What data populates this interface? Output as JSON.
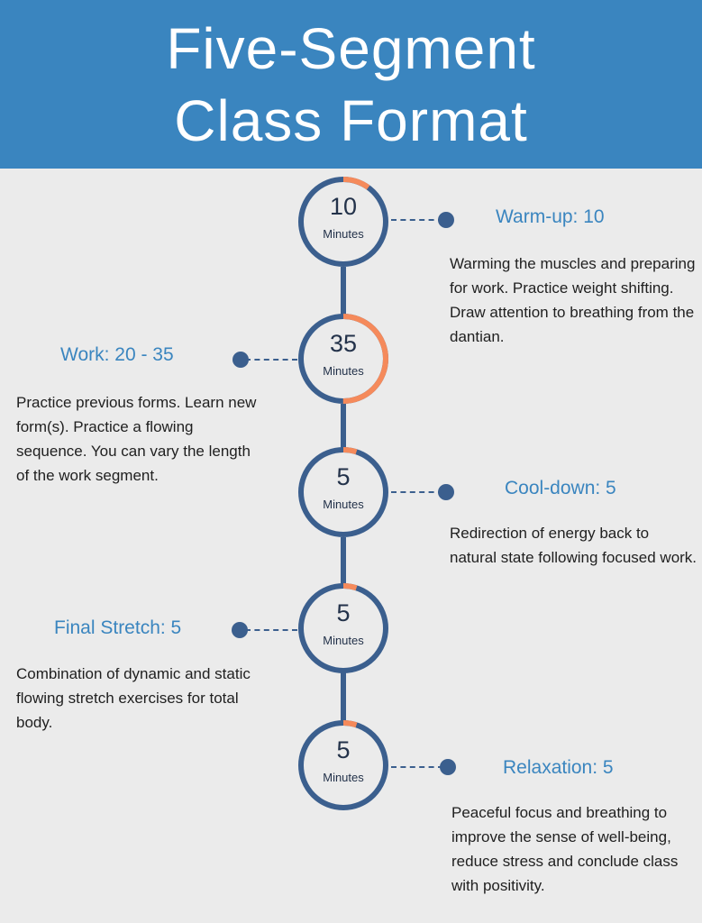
{
  "header": {
    "line1": "Five-Segment",
    "line2": "Class Format"
  },
  "colors": {
    "header": "#3a85bf",
    "ring": "#3b5f8e",
    "accent": "#f58a5b",
    "background": "#ebebeb"
  },
  "segments": [
    {
      "minutes": "10",
      "unit": "Minutes",
      "fraction": 0.1,
      "title": "Warm-up: 10",
      "desc": "Warming the muscles and preparing for work. Practice weight shifting. Draw attention to breathing from the dantian."
    },
    {
      "minutes": "35",
      "unit": "Minutes",
      "fraction": 0.5,
      "title": "Work: 20 - 35",
      "desc": "Practice previous forms. Learn new form(s). Practice a flowing sequence. You can vary the length of the work segment."
    },
    {
      "minutes": "5",
      "unit": "Minutes",
      "fraction": 0.05,
      "title": "Cool-down: 5",
      "desc": "Redirection of energy back to natural state following focused work."
    },
    {
      "minutes": "5",
      "unit": "Minutes",
      "fraction": 0.05,
      "title": "Final Stretch: 5",
      "desc": "Combination of dynamic and static flowing stretch exercises for total body."
    },
    {
      "minutes": "5",
      "unit": "Minutes",
      "fraction": 0.05,
      "title": "Relaxation: 5",
      "desc": "Peaceful focus and breathing to improve the sense of well-being, reduce stress and conclude class with positivity."
    }
  ]
}
